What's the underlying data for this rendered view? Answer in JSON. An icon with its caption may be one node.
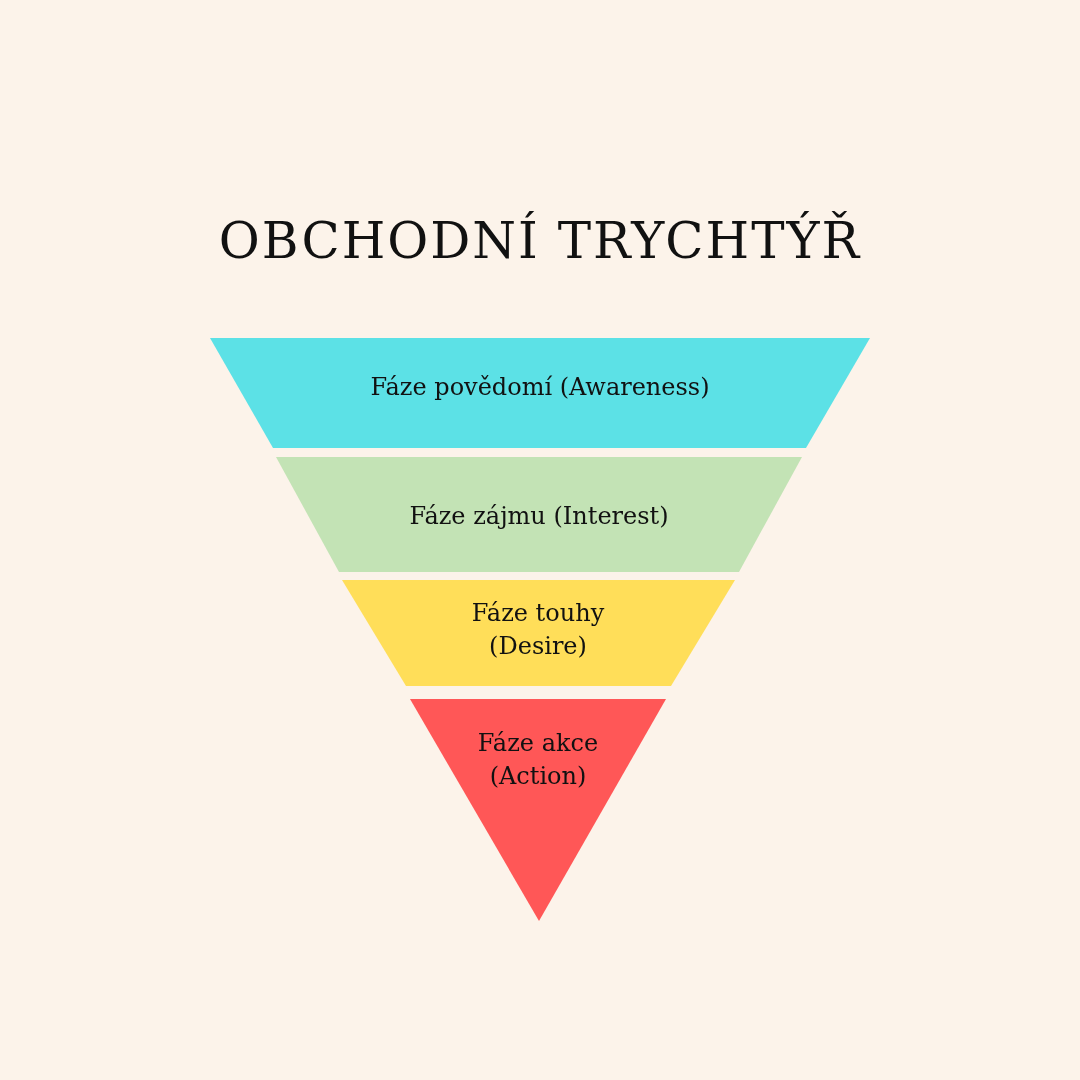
{
  "diagram": {
    "title": "OBCHODNÍ TRYCHTÝŘ",
    "nodes": [
      {
        "text": [
          "Fáze povědomí (Awareness)"
        ]
      },
      {
        "text": [
          "Fáze zájmu (Interest)"
        ]
      },
      {
        "text": [
          "Fáze touhy (Desire)"
        ]
      },
      {
        "text": [
          "Fáze akce (Action)"
        ]
      }
    ],
    "edges": []
  }
}
